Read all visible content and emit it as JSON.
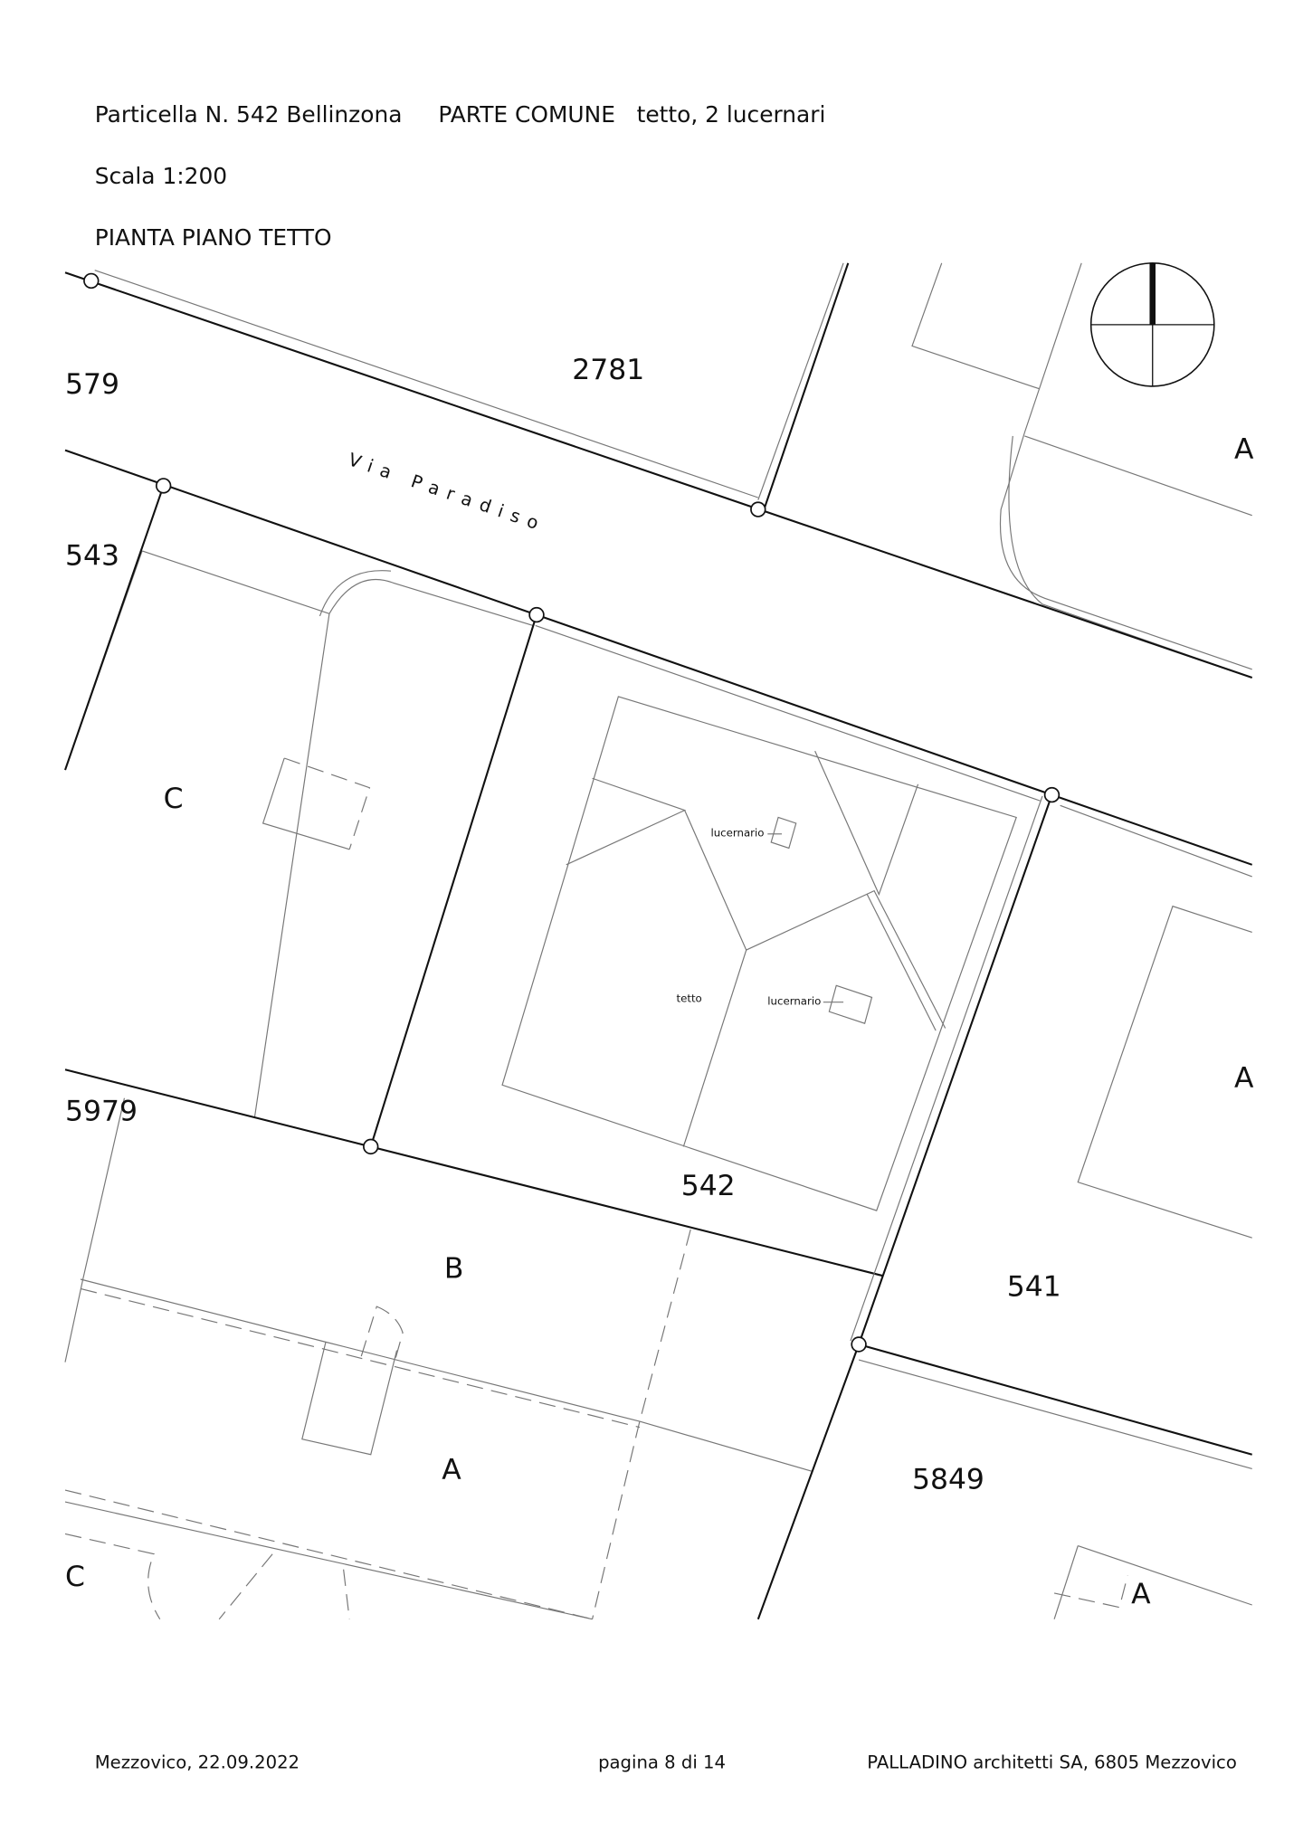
{
  "header": {
    "parcel": "Particella N. 542 Bellinzona",
    "part": "PARTE COMUNE   tetto, 2 lucernari",
    "scale": "Scala 1:200",
    "plan_title": "PIANTA PIANO TETTO"
  },
  "map": {
    "street": "Via Paradiso",
    "parcels": [
      "579",
      "2781",
      "543",
      "5979",
      "542",
      "541",
      "5849"
    ],
    "zones": [
      "A",
      "C",
      "A",
      "B",
      "A",
      "C",
      "A"
    ],
    "roof_label": "tetto",
    "skylight_label_1": "lucernario",
    "skylight_label_2": "lucernario"
  },
  "footer": {
    "place_date": "Mezzovico, 22.09.2022",
    "page": "pagina 8 di 14",
    "company": "PALLADINO architetti SA, 6805 Mezzovico"
  }
}
